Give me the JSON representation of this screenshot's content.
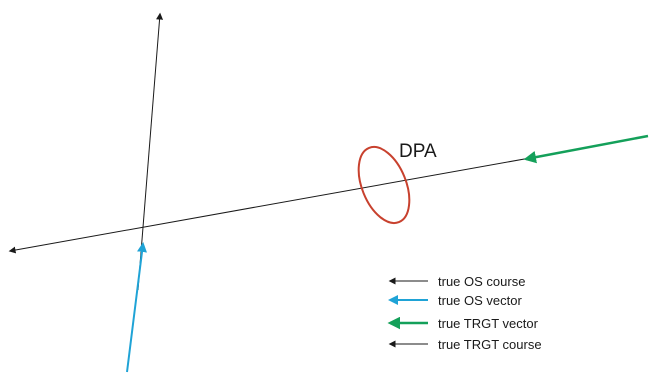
{
  "diagram": {
    "zone_label": "DPA",
    "legend": [
      {
        "label": "true OS course",
        "color": "#1a1a1a"
      },
      {
        "label": "true OS vector",
        "color": "#1fa3d6"
      },
      {
        "label": "true TRGT vector",
        "color": "#14a05a"
      },
      {
        "label": "true TRGT course",
        "color": "#1a1a1a"
      }
    ],
    "colors": {
      "course_line": "#1a1a1a",
      "os_vector": "#1fa3d6",
      "target_vector": "#14a05a",
      "danger_zone": "#c8412e"
    }
  }
}
